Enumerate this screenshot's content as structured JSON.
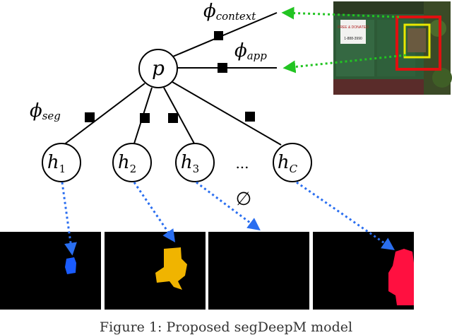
{
  "figure": {
    "labels": {
      "phi_context": {
        "base": "ϕ",
        "sub": "context"
      },
      "phi_app": {
        "base": "ϕ",
        "sub": "app"
      },
      "phi_seg": {
        "base": "ϕ",
        "sub": "seg"
      }
    },
    "nodes": {
      "p": "p",
      "h1": {
        "base": "h",
        "sub": "1"
      },
      "h2": {
        "base": "h",
        "sub": "2"
      },
      "h3": {
        "base": "h",
        "sub": "3"
      },
      "hC": {
        "base": "h",
        "sub": "C"
      },
      "ellipsis": "...",
      "empty_set": "∅"
    },
    "photo": {
      "sign_text": "FREE & DONATED",
      "phone_text": "1-888-3990",
      "box_colors": {
        "outer": "#e01010",
        "inner": "#e8e800"
      }
    },
    "masks": {
      "colors": [
        "#1a5cff",
        "#f0b400",
        "#000000",
        "#ff1040"
      ]
    },
    "arrow_colors": {
      "green": "#22c422",
      "blue": "#2a6ef0"
    },
    "caption": "Figure 1: Proposed segDeepM model"
  }
}
